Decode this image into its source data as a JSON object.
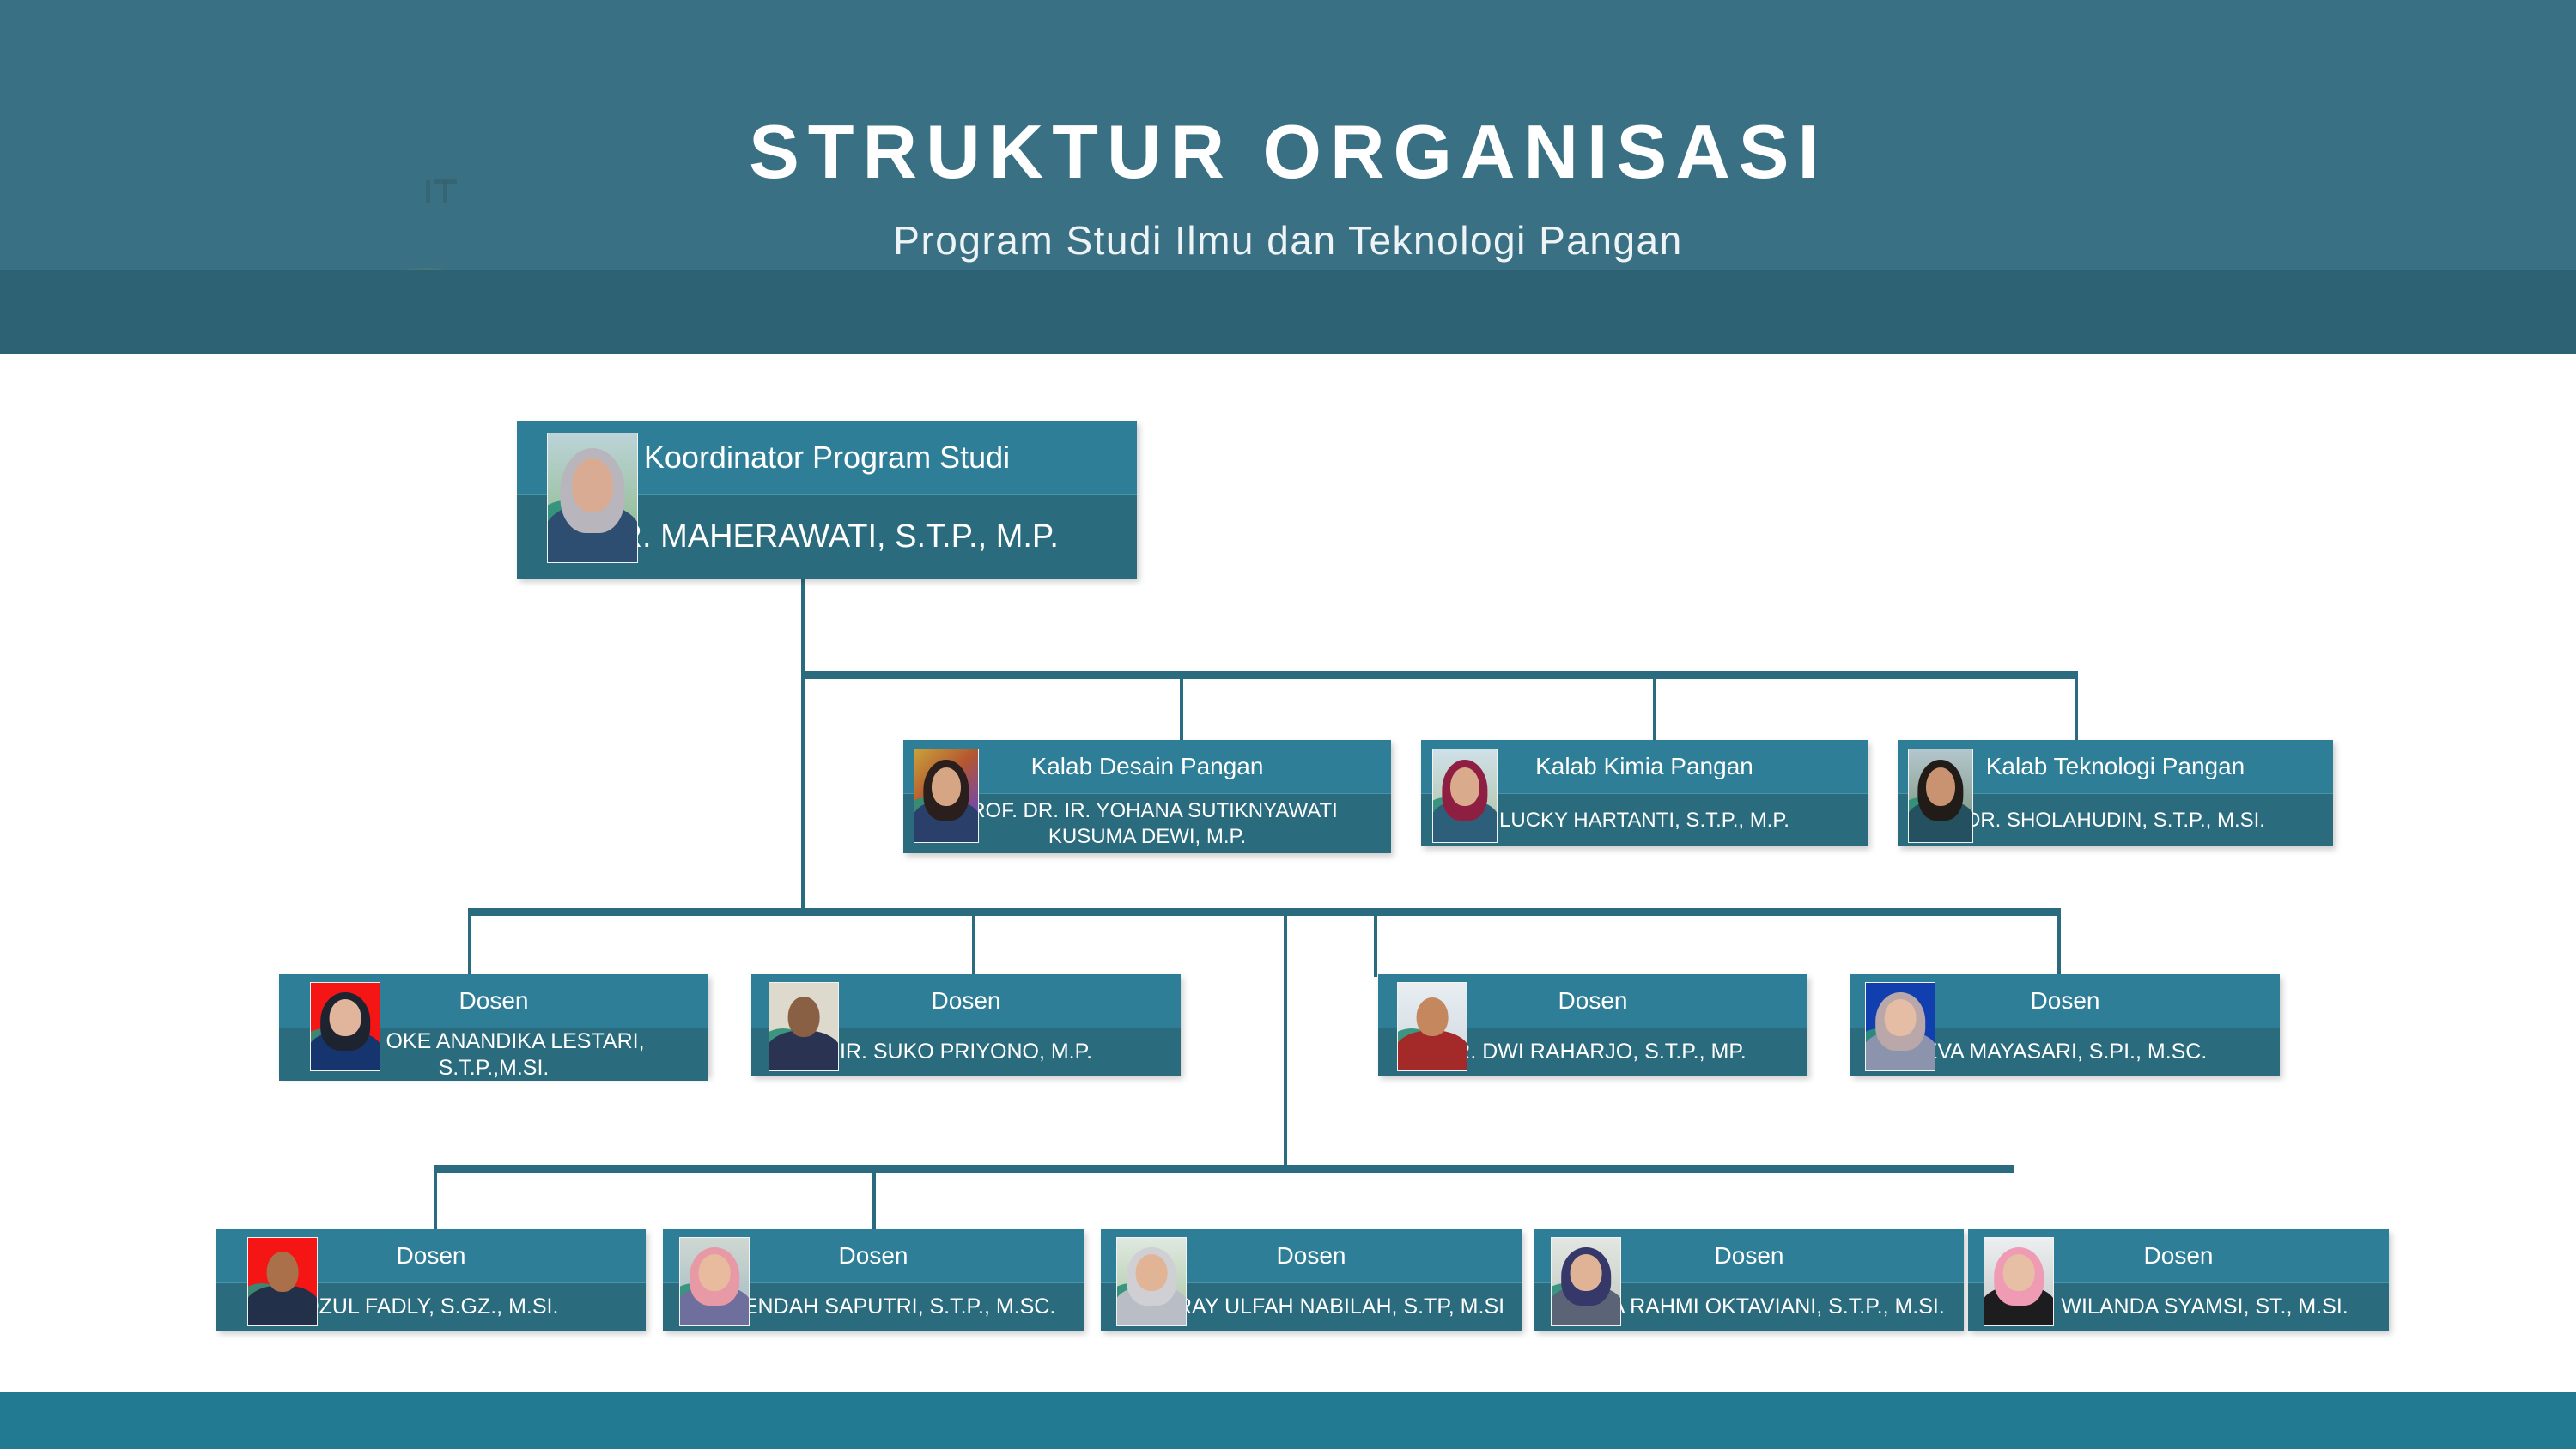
{
  "header": {
    "title": "STRUKTUR ORGANISASI",
    "subtitle": "Program Studi Ilmu dan Teknologi Pangan"
  },
  "colors": {
    "header_bg": "#3a7084",
    "header_band": "#2d6274",
    "footer_bg": "#227a92",
    "node_top": "#2e7e98",
    "node_bottom": "#2a6b7e",
    "connector": "#2a6b80",
    "text": "#ffffff"
  },
  "chart_data": {
    "type": "org-chart",
    "title": "STRUKTUR ORGANISASI",
    "subtitle": "Program Studi Ilmu dan Teknologi Pangan",
    "levels": 4,
    "nodes": [
      {
        "id": "coordinator",
        "role": "Koordinator Program Studi",
        "name": "DR. MAHERAWATI, S.T.P., M.P.",
        "level": 0,
        "parent": null
      },
      {
        "id": "kalab-desain",
        "role": "Kalab Desain Pangan",
        "name": "PROF. DR. IR. YOHANA SUTIKNYAWATI KUSUMA DEWI, M.P.",
        "level": 1,
        "parent": "coordinator"
      },
      {
        "id": "kalab-kimia",
        "role": "Kalab Kimia Pangan",
        "name": "LUCKY HARTANTI, S.T.P., M.P.",
        "level": 1,
        "parent": "coordinator"
      },
      {
        "id": "kalab-teknologi",
        "role": "Kalab Teknologi Pangan",
        "name": "DR. SHOLAHUDIN, S.T.P., M.SI.",
        "level": 1,
        "parent": "coordinator"
      },
      {
        "id": "dosen-1",
        "role": "Dosen",
        "name": "DR. OKE ANANDIKA LESTARI, S.T.P.,M.SI.",
        "level": 2,
        "parent": "coordinator"
      },
      {
        "id": "dosen-2",
        "role": "Dosen",
        "name": "IR. SUKO PRIYONO, M.P.",
        "level": 2,
        "parent": "coordinator"
      },
      {
        "id": "dosen-3",
        "role": "Dosen",
        "name": "DR. DWI RAHARJO, S.T.P., MP.",
        "level": 2,
        "parent": "coordinator"
      },
      {
        "id": "dosen-4",
        "role": "Dosen",
        "name": "EVA MAYASARI, S.PI., M.SC.",
        "level": 2,
        "parent": "coordinator"
      },
      {
        "id": "dosen-5",
        "role": "Dosen",
        "name": "DZUL FADLY, S.GZ., M.SI.",
        "level": 3,
        "parent": "coordinator"
      },
      {
        "id": "dosen-6",
        "role": "Dosen",
        "name": "NUR ENDAH SAPUTRI, S.T.P., M.SC.",
        "level": 3,
        "parent": "coordinator"
      },
      {
        "id": "dosen-7",
        "role": "Dosen",
        "name": "DR. URAY ULFAH NABILAH, S.TP, M.SI",
        "level": 3,
        "parent": "coordinator"
      },
      {
        "id": "dosen-8",
        "role": "Dosen",
        "name": "SULHA RAHMI OKTAVIANI, S.T.P., M.SI.",
        "level": 3,
        "parent": "coordinator"
      },
      {
        "id": "dosen-9",
        "role": "Dosen",
        "name": "WISI WILANDA SYAMSI, ST., M.SI.",
        "level": 3,
        "parent": "coordinator"
      }
    ]
  },
  "coordinator": {
    "role": "Koordinator Program Studi",
    "name": "DR. MAHERAWATI, S.T.P., M.P."
  },
  "kalab": [
    {
      "role": "Kalab Desain Pangan",
      "name_line1": "PROF. DR. IR. YOHANA SUTIKNYAWATI",
      "name_line2": "KUSUMA DEWI, M.P."
    },
    {
      "role": "Kalab Kimia Pangan",
      "name_line1": "LUCKY HARTANTI, S.T.P., M.P.",
      "name_line2": ""
    },
    {
      "role": "Kalab Teknologi Pangan",
      "name_line1": "DR. SHOLAHUDIN, S.T.P., M.SI.",
      "name_line2": ""
    }
  ],
  "dosen_row1": [
    {
      "role": "Dosen",
      "name": "DR. OKE ANANDIKA LESTARI, S.T.P.,M.SI."
    },
    {
      "role": "Dosen",
      "name": "IR. SUKO PRIYONO, M.P."
    },
    {
      "role": "Dosen",
      "name": "DR. DWI RAHARJO, S.T.P., MP."
    },
    {
      "role": "Dosen",
      "name": "EVA MAYASARI, S.PI., M.SC."
    }
  ],
  "dosen_row2": [
    {
      "role": "Dosen",
      "name": "DZUL FADLY, S.GZ., M.SI."
    },
    {
      "role": "Dosen",
      "name": "NUR ENDAH SAPUTRI, S.T.P., M.SC."
    },
    {
      "role": "Dosen",
      "name": "DR. URAY ULFAH NABILAH, S.TP, M.SI"
    },
    {
      "role": "Dosen",
      "name": "SULHA RAHMI OKTAVIANI, S.T.P., M.SI."
    },
    {
      "role": "Dosen",
      "name": "WISI WILANDA SYAMSI, ST., M.SI."
    }
  ]
}
